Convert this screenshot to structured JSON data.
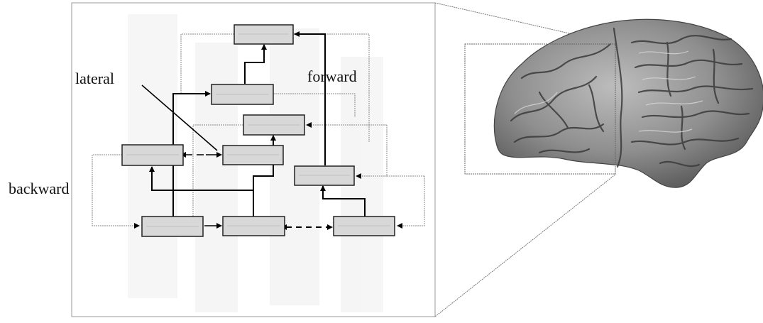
{
  "labels": {
    "lateral": "lateral",
    "forward": "forward",
    "backward": "backward"
  },
  "colors": {
    "box_fill": "#d8d8d8",
    "box_stroke": "#222222",
    "strong_line": "#000000",
    "weak_line": "#888888",
    "brain_base": "#9a9a9a",
    "brain_fold": "#3a3a3a"
  },
  "icons": {
    "brain": "brain-icon"
  }
}
